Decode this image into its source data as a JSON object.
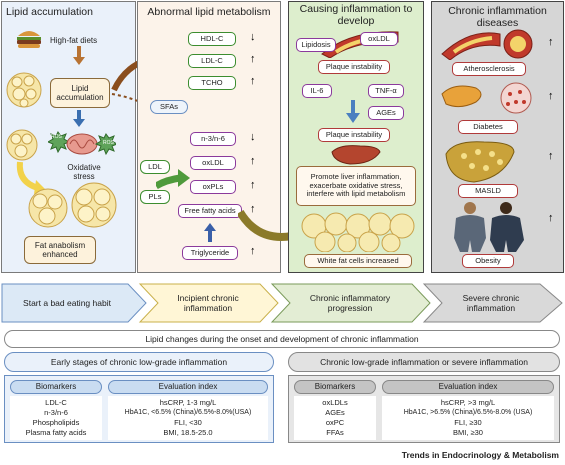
{
  "panels": {
    "p1": {
      "title": "Lipid accumulation"
    },
    "p2": {
      "title": "Abnormal lipid metabolism"
    },
    "p3": {
      "title": "Causing inflammation to develop"
    },
    "p4": {
      "title": "Chronic inflammation diseases"
    }
  },
  "p1": {
    "high_fat": "High-fat diets",
    "lipid_acc": "Lipid accumulation",
    "ros": "ROS",
    "oxidative": "Oxidative stress",
    "fat_anabolism": "Fat anabolism enhanced"
  },
  "p2": {
    "hdl": "HDL-C",
    "ldl_c": "LDL-C",
    "tcho": "TCHO",
    "sfas": "SFAs",
    "n3n6": "n-3/n-6",
    "ldl": "LDL",
    "pls": "PLs",
    "oxldl": "oxLDL",
    "oxpls": "oxPLs",
    "ffa": "Free fatty acids",
    "trig": "Triglyceride"
  },
  "p3": {
    "lipidosis": "Lipidosis",
    "oxldl": "oxLDL",
    "plaque1": "Plaque instability",
    "il6": "IL-6",
    "tnfa": "TNF-α",
    "ages": "AGEs",
    "plaque2": "Plaque instability",
    "liver_text": "Promote liver inflammation, exacerbate oxidative stress, interfere with lipid metabolism",
    "white_fat": "White fat cells increased"
  },
  "p4": {
    "athero": "Atherosclerosis",
    "diabetes": "Diabetes",
    "masld": "MASLD",
    "obesity": "Obesity"
  },
  "arrows": {
    "up": "↑",
    "down": "↓"
  },
  "stages": [
    "Start a bad eating habit",
    "Incipient chronic inflammation",
    "Chronic inflammatory progression",
    "Severe chronic inflammation"
  ],
  "stage_caption": "Lipid changes during the onset and development of chronic inflammation",
  "early": {
    "title": "Early stages of chronic low-grade inflammation",
    "biomarkers_header": "Biomarkers",
    "biomarkers": [
      "LDL-C",
      "n-3/n-6",
      "Phospholipids",
      "Plasma fatty acids"
    ],
    "index_header": "Evaluation index",
    "index": [
      "hsCRP, 1-3 mg/L",
      "HbA1C, <6.5% (China)/6.5%-8.0%(USA)",
      "FLI, <30",
      "BMI, 18.5-25.0"
    ]
  },
  "severe": {
    "title": "Chronic low-grade inflammation or severe inflammation",
    "biomarkers_header": "Biomarkers",
    "biomarkers": [
      "oxLDLs",
      "AGEs",
      "oxPC",
      "FFAs"
    ],
    "index_header": "Evaluation index",
    "index": [
      "hsCRP, >3 mg/L",
      "HbA1C, >6.5% (China)/6.5%-8.0% (USA)",
      "FLI, ≥30",
      "BMI, ≥30"
    ]
  },
  "journal": "Trends in Endocrinology & Metabolism",
  "colors": {
    "green": "#3c8d2f",
    "purple": "#8b3a9c",
    "black": "#222222",
    "blue": "#4a7fc0"
  }
}
